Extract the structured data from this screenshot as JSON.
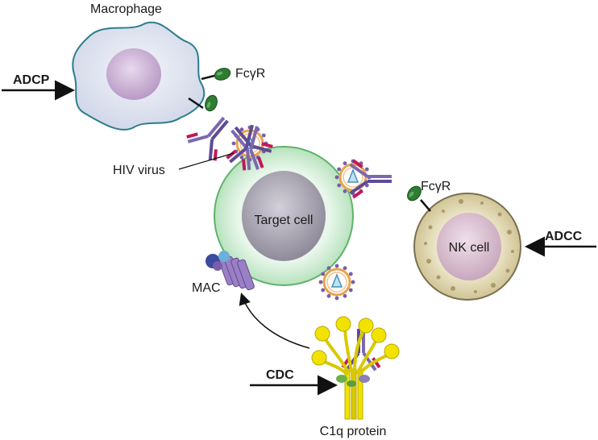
{
  "labels": {
    "macrophage": "Macrophage",
    "fcgr_top": "FcγR",
    "adcp": "ADCP",
    "hiv_virus": "HIV virus",
    "target_cell": "Target cell",
    "fcgr_right": "FcγR",
    "nk_cell": "NK cell",
    "adcc": "ADCC",
    "mac": "MAC",
    "cdc": "CDC",
    "c1q_protein": "C1q protein"
  },
  "colors": {
    "macrophage_fill": "#dfe4f0",
    "macrophage_stroke": "#2e7d8c",
    "macrophage_nucleus": "#c9b0d2",
    "target_cell_fill": "#bfe6c4",
    "target_cell_stroke": "#5fb36a",
    "target_nucleus": "#a7a3b0",
    "nk_cell_fill": "#d8cfa8",
    "nk_cell_stroke": "#7a7050",
    "nk_nucleus": "#d9bfcf",
    "antibody_heavy": "#5e4b94",
    "antibody_light": "#c2185b",
    "receptor_green": "#2e7d32",
    "virus_ring": "#e8a34c",
    "virus_spike": "#7b5ea7",
    "c1q_yellow": "#f2e200",
    "mac_purple": "#9b7fc4"
  }
}
